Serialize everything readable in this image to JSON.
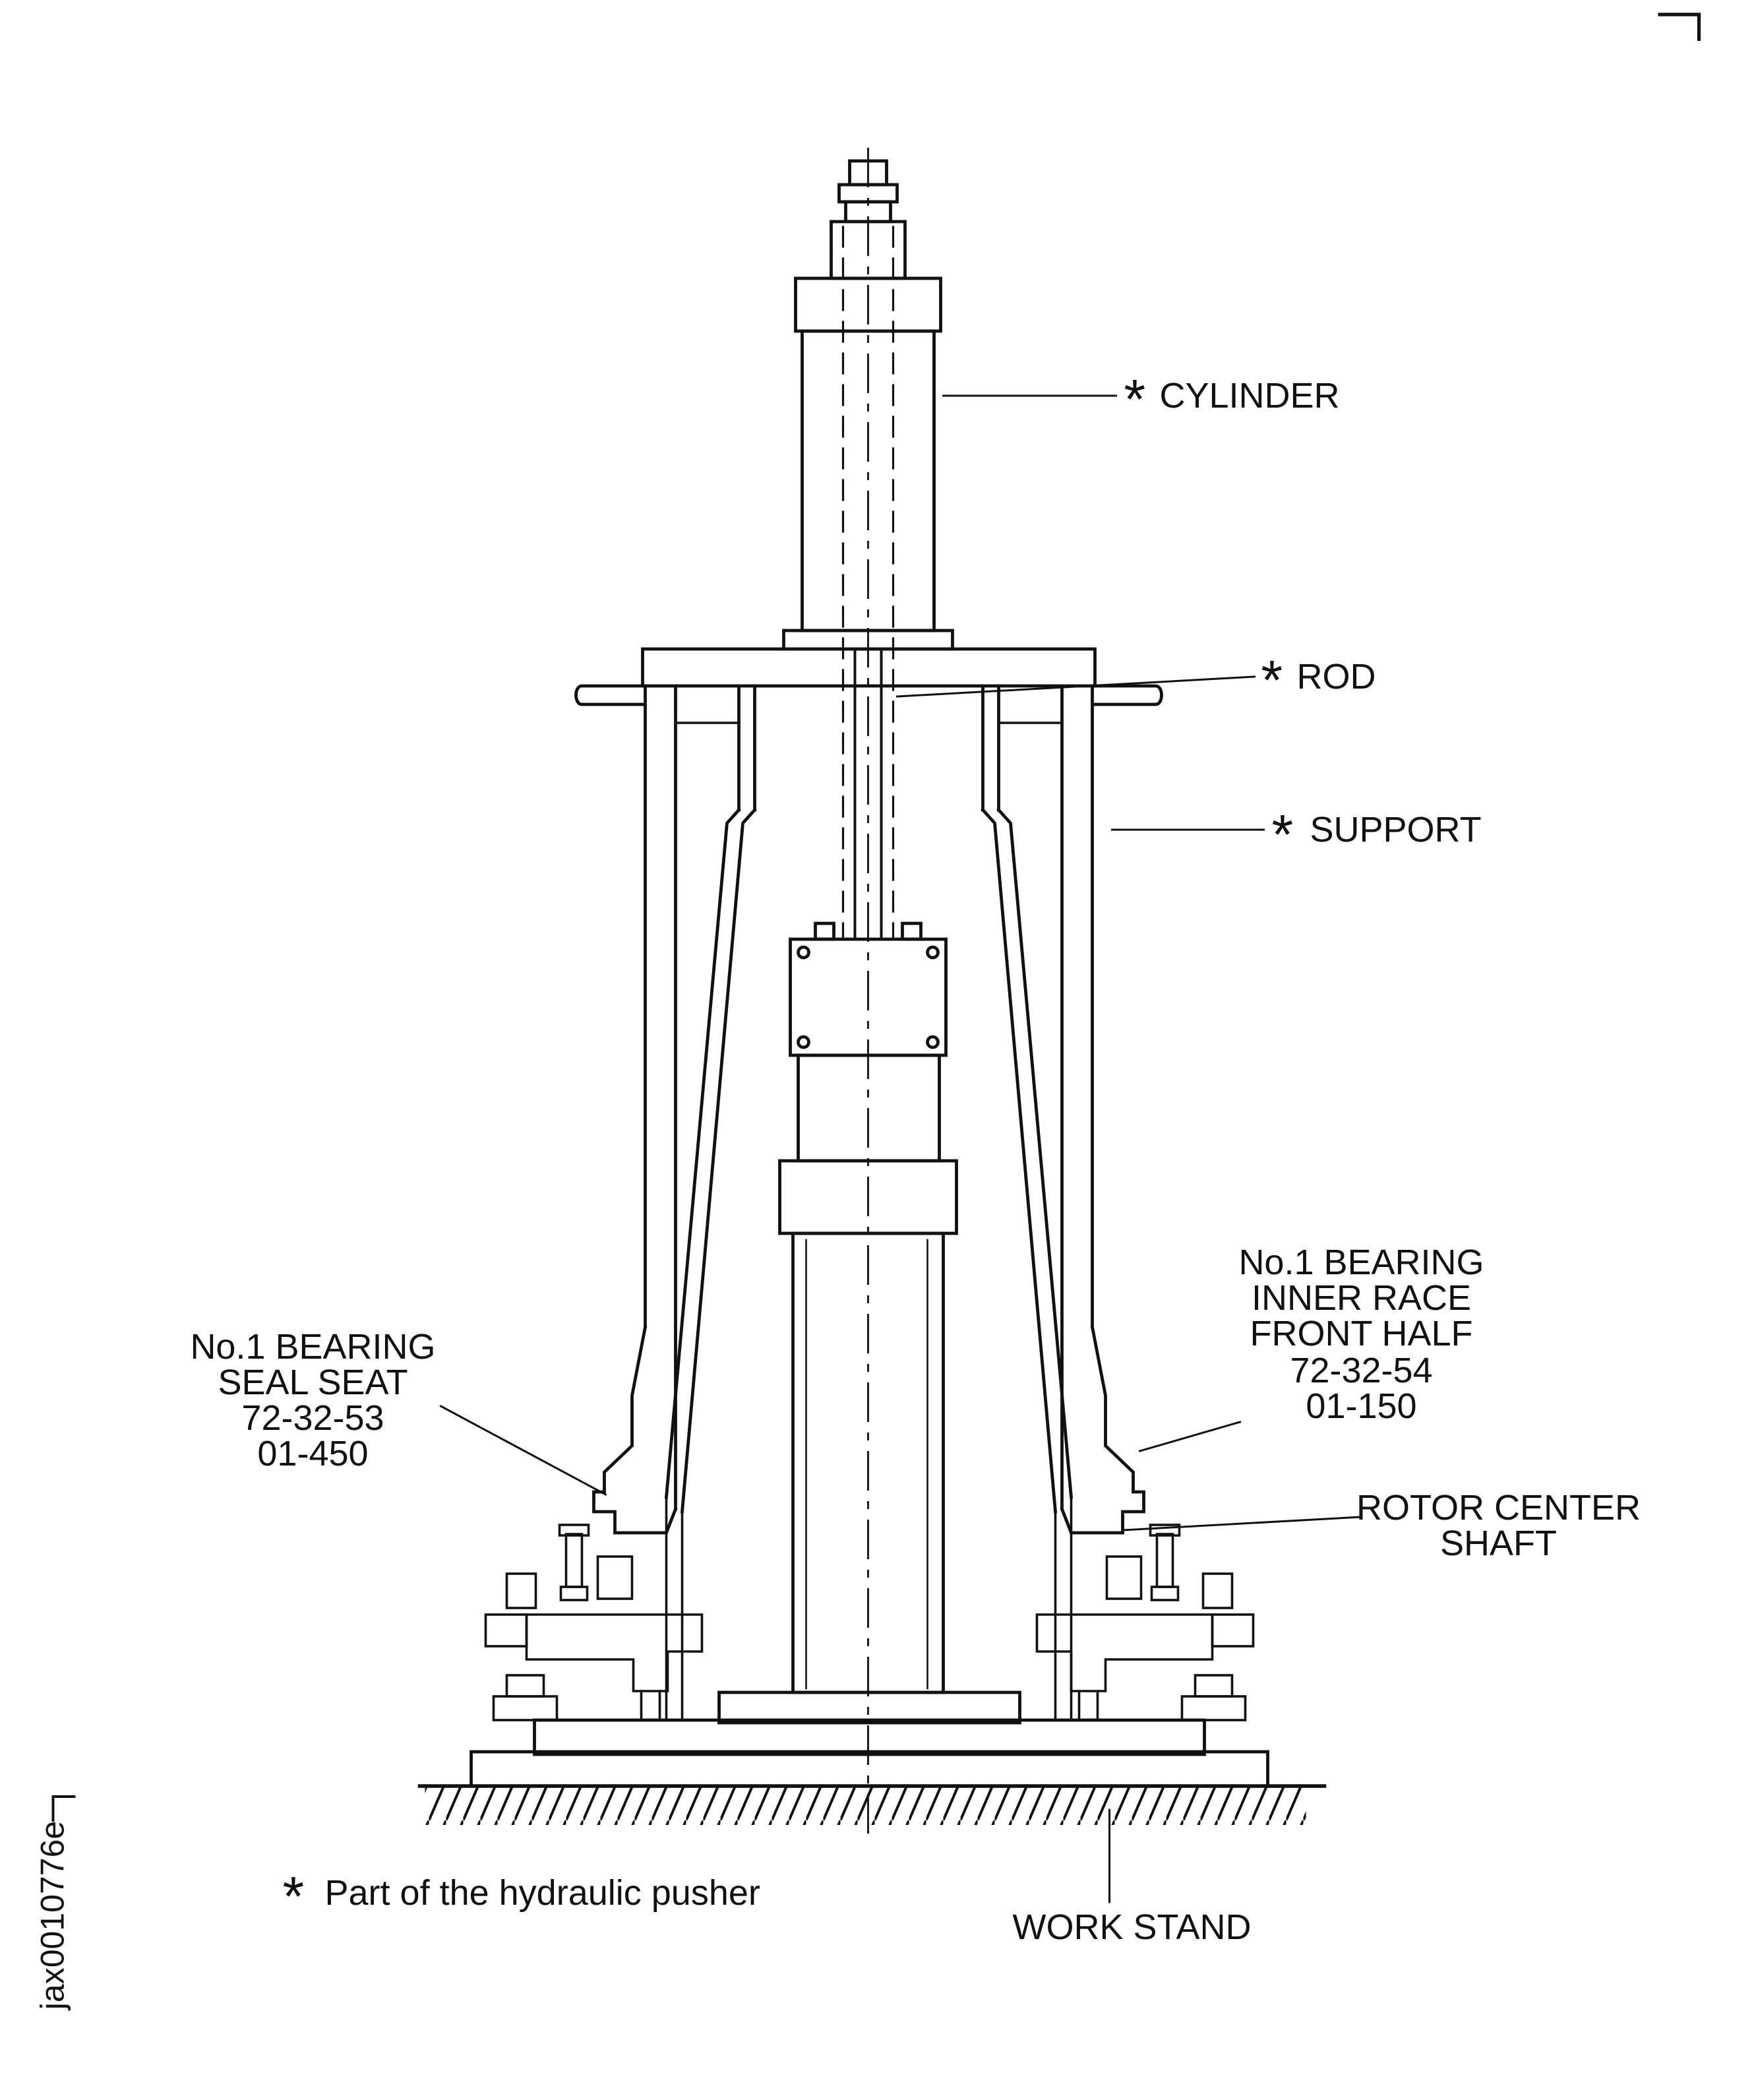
{
  "page": {
    "background": "#ffffff",
    "line_color": "#111111"
  },
  "labels": {
    "cylinder": {
      "marker": "*",
      "text": "CYLINDER"
    },
    "rod": {
      "marker": "*",
      "text": "ROD"
    },
    "support": {
      "marker": "*",
      "text": "SUPPORT"
    },
    "bearing_inner_race": {
      "line1": "No.1 BEARING",
      "line2": "INNER RACE",
      "line3": "FRONT HALF",
      "line4": "72-32-54",
      "line5": "01-150"
    },
    "bearing_seal_seat": {
      "line1": "No.1 BEARING",
      "line2": "SEAL SEAT",
      "line3": "72-32-53",
      "line4": "01-450"
    },
    "rotor_center_shaft": {
      "line1": "ROTOR CENTER",
      "line2": "SHAFT"
    },
    "work_stand": {
      "text": "WORK STAND"
    }
  },
  "footnote": {
    "marker": "*",
    "text": "Part of the hydraulic pusher"
  },
  "figure_id": "jax0010776e"
}
